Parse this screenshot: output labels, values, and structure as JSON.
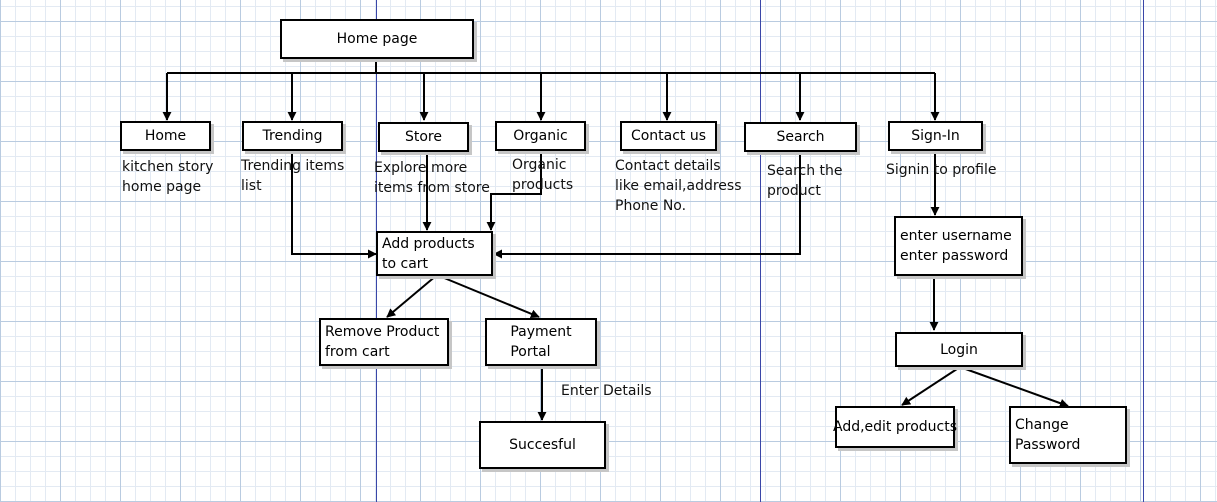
{
  "nodes": {
    "home_page": "Home page",
    "home": "Home",
    "trending": "Trending",
    "store": "Store",
    "organic": "Organic",
    "contact_us": "Contact us",
    "search": "Search",
    "sign_in": "Sign-In",
    "add_products": [
      "Add products",
      "to cart"
    ],
    "remove_product": [
      "Remove Product",
      "from cart"
    ],
    "payment_portal": [
      "Payment",
      "Portal"
    ],
    "succesful": "Succesful",
    "credentials": [
      "enter username",
      "enter password"
    ],
    "login": "Login",
    "add_edit_products": "Add,edit products",
    "change_password": [
      "Change",
      "Password"
    ]
  },
  "notes": {
    "home": [
      "kitchen story",
      "home page"
    ],
    "trending": [
      "Trending items",
      "list"
    ],
    "store": [
      "Explore more",
      "items from store"
    ],
    "organic": [
      "Organic",
      "products"
    ],
    "contact_us": [
      "Contact details",
      "like email,address",
      "Phone No."
    ],
    "search": [
      "Search the",
      "product"
    ],
    "sign_in": [
      "Signin to profile"
    ],
    "enter_details": "Enter Details"
  },
  "colors": {
    "node_border": "#000000",
    "edge": "#000000",
    "page_break": "#3a46a8",
    "grid_major": "#b9cbe0",
    "grid_minor": "#e3eaf3"
  }
}
